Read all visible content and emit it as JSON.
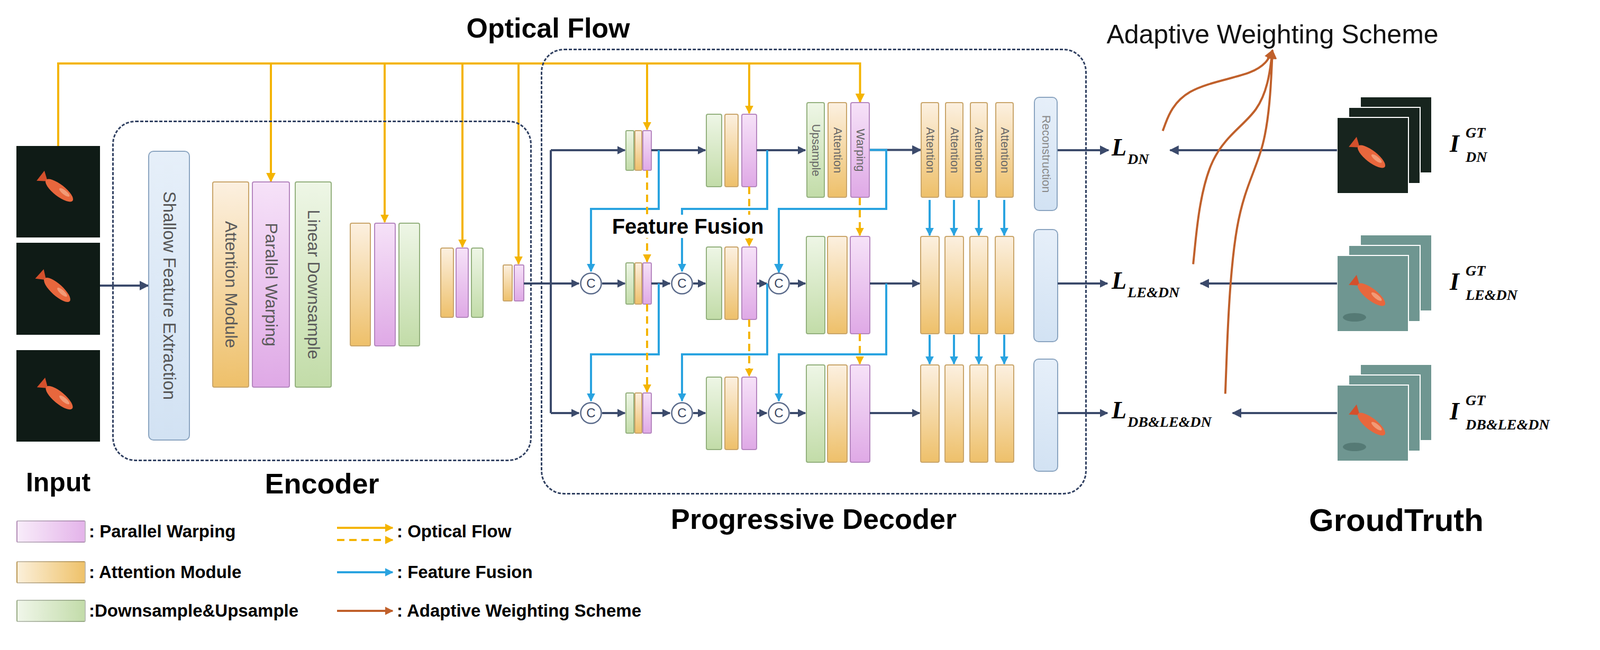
{
  "diagram": {
    "nodes": [
      {
        "text": [
          "Input"
        ]
      },
      {
        "text": [
          "Encoder"
        ]
      },
      {
        "text": [
          "Shallow Feature Extraction"
        ],
        "in": 1
      },
      {
        "text": [
          "Attention Module"
        ],
        "in": 1
      },
      {
        "text": [
          "Parallel Warping"
        ],
        "in": 1
      },
      {
        "text": [
          "Linear Downsample"
        ],
        "in": 1
      },
      {
        "text": [
          "Progressive Decoder"
        ]
      },
      {
        "text": [
          "Upsample"
        ],
        "in": 6
      },
      {
        "text": [
          "Attention"
        ],
        "in": 6
      },
      {
        "text": [
          "Warping"
        ],
        "in": 6
      },
      {
        "text": [
          "Attention"
        ],
        "in": 6
      },
      {
        "text": [
          "Attention"
        ],
        "in": 6
      },
      {
        "text": [
          "Attention"
        ],
        "in": 6
      },
      {
        "text": [
          "Attention"
        ],
        "in": 6
      },
      {
        "text": [
          "Reconstruction"
        ],
        "in": 6
      },
      {
        "text": [
          "C"
        ],
        "in": 6
      },
      {
        "text": [
          "C"
        ],
        "in": 6
      },
      {
        "text": [
          "C"
        ],
        "in": 6
      },
      {
        "text": [
          "C"
        ],
        "in": 6
      },
      {
        "text": [
          "C"
        ],
        "in": 6
      },
      {
        "text": [
          "C"
        ],
        "in": 6
      },
      {
        "text": [
          "L",
          "DN"
        ]
      },
      {
        "text": [
          "L",
          "LE&DN"
        ]
      },
      {
        "text": [
          "L",
          "DB&LE&DN"
        ]
      },
      {
        "text": [
          "Adaptive Weighting Scheme"
        ]
      },
      {
        "text": [
          "I",
          "GT",
          "DN"
        ]
      },
      {
        "text": [
          "I",
          "GT",
          "LE&DN"
        ]
      },
      {
        "text": [
          "I",
          "GT",
          "DB&LE&DN"
        ]
      }
    ],
    "edges": [
      {
        "from": 0,
        "to": 2,
        "arrow": "to"
      },
      {
        "from": 0,
        "to": 4,
        "arrow": "to"
      },
      {
        "from": 0,
        "to": 9,
        "arrow": "to"
      },
      {
        "from": 9,
        "to": 10,
        "arrow": "to"
      },
      {
        "from": 9,
        "to": 17,
        "arrow": "to"
      },
      {
        "from": 14,
        "to": 21,
        "arrow": "to"
      },
      {
        "from": 25,
        "to": 21,
        "arrow": "to"
      },
      {
        "from": 26,
        "to": 22,
        "arrow": "to"
      },
      {
        "from": 27,
        "to": 23,
        "arrow": "to"
      },
      {
        "from": 21,
        "to": 24,
        "arrow": "to"
      },
      {
        "from": 22,
        "to": 24,
        "arrow": "to"
      },
      {
        "from": 23,
        "to": 24,
        "arrow": "to"
      }
    ],
    "labels": [
      "Optical Flow",
      "Feature Fusion",
      "GroudTruth"
    ],
    "legend": [
      {
        "text": ": Parallel Warping",
        "color": "#e4b4ea"
      },
      {
        "text": ": Attention Module",
        "color": "#efc26a"
      },
      {
        "text": ":Downsample&Upsample",
        "color": "#c3dcaa"
      },
      {
        "text": ": Optical Flow"
      },
      {
        "text": ": Feature Fusion"
      },
      {
        "text": ": Adaptive Weighting Scheme"
      }
    ]
  }
}
